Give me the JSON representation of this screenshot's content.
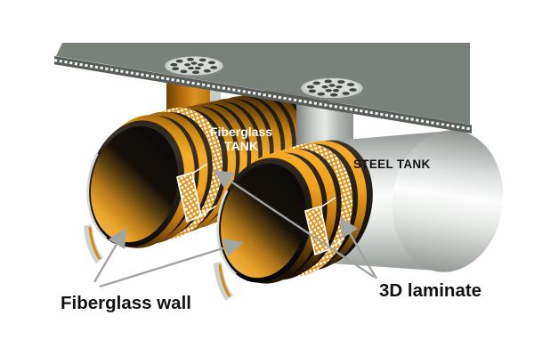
{
  "diagram": {
    "labels": {
      "fiberglass_tank_line1": "Fiberglass",
      "fiberglass_tank_line2": "TANK",
      "steel_tank": "STEEL TANK",
      "fiberglass_wall": "Fiberglass wall",
      "laminate_3d": "3D laminate"
    },
    "colors": {
      "background": "#ffffff",
      "slab": "#7a817b",
      "slab_edge": "#595e5a",
      "slab_edge_dots": "#f3f4f3",
      "manhole_cover": "#cbcfcc",
      "manhole_hole": "#41453f",
      "fiberglass_orange": "#f1a01c",
      "fiberglass_shadow": "#6e4406",
      "laminate_weave_orange": "#e09010",
      "laminate_white": "#ffffff",
      "steel_highlight": "#fcfdfc",
      "steel_shadow": "#8d9290",
      "interior_glow": "#f2b245",
      "arrow_gray": "#a0a5a1",
      "label_black": "#121212",
      "label_white": "#ffffff"
    }
  }
}
